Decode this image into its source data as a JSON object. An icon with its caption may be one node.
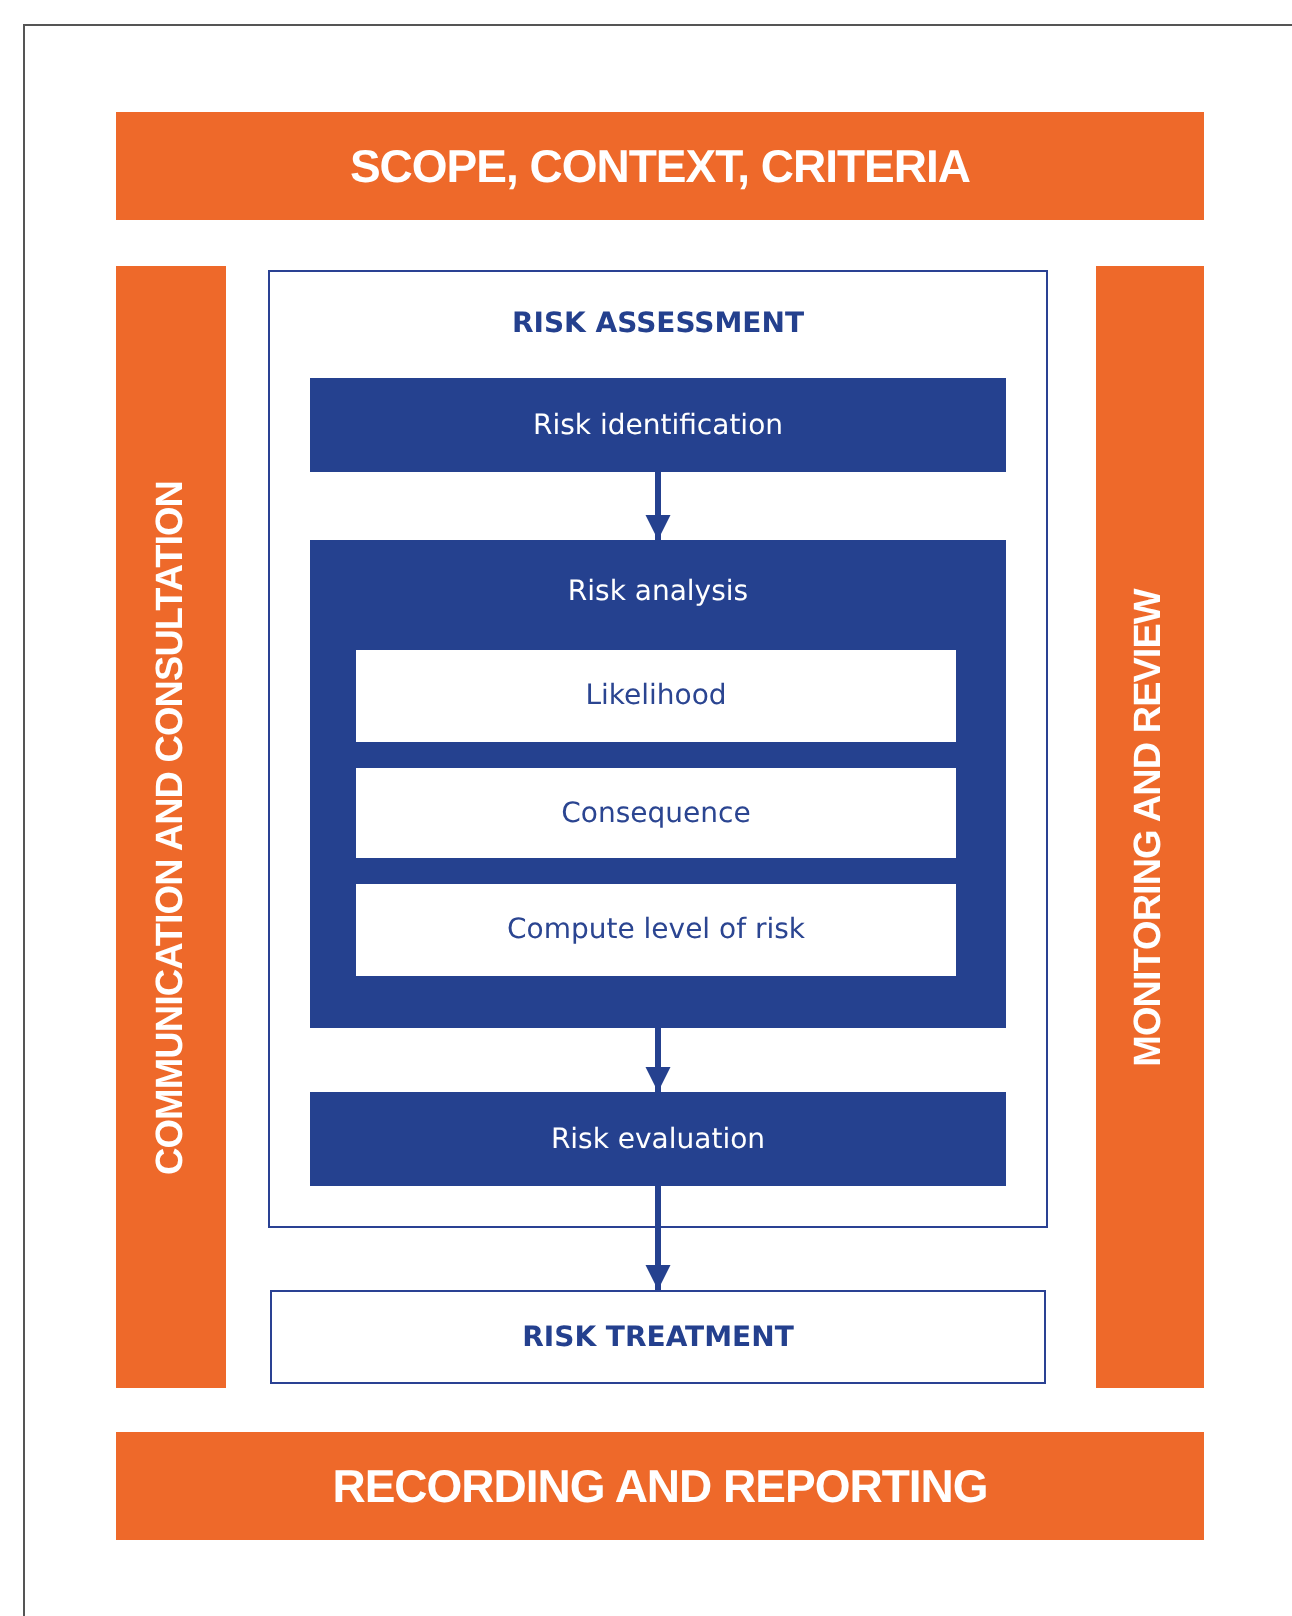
{
  "diagram": {
    "nodes": [
      {
        "text": [
          "SCOPE, CONTEXT, CRITERIA"
        ]
      },
      {
        "text": [
          "COMMUNICATION AND CONSULTATION"
        ]
      },
      {
        "text": [
          "RISK ASSESSMENT"
        ]
      },
      {
        "text": [
          "Risk identification"
        ],
        "in": 2
      },
      {
        "text": [
          "Risk analysis"
        ],
        "in": 2
      },
      {
        "text": [
          "Likelihood"
        ],
        "in": 4
      },
      {
        "text": [
          "Consequence"
        ],
        "in": 4
      },
      {
        "text": [
          "Compute level of risk"
        ],
        "in": 4
      },
      {
        "text": [
          "Risk evaluation"
        ],
        "in": 2
      },
      {
        "text": [
          "RISK TREATMENT"
        ]
      },
      {
        "text": [
          "MONITORING AND REVIEW"
        ]
      },
      {
        "text": [
          "RECORDING AND REPORTING"
        ]
      }
    ],
    "edges": [
      {
        "from": 3,
        "to": 4,
        "arrow": "to"
      },
      {
        "from": 4,
        "to": 8,
        "arrow": "to"
      },
      {
        "from": 8,
        "to": 9,
        "arrow": "to"
      }
    ]
  }
}
